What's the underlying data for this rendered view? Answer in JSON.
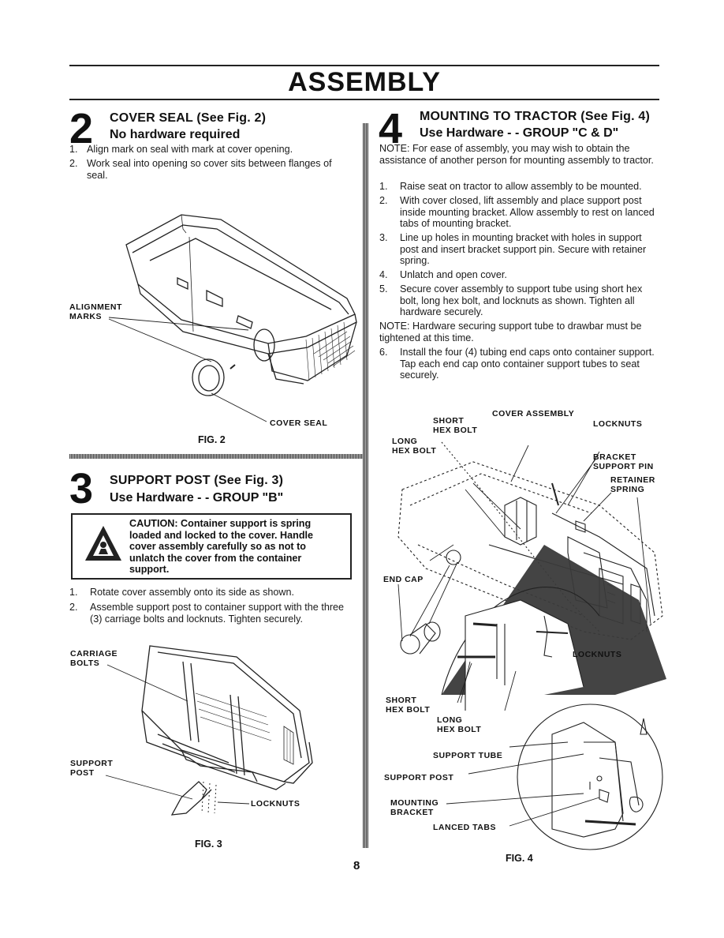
{
  "header": {
    "title": "ASSEMBLY"
  },
  "section2": {
    "number": "2",
    "title": "COVER SEAL (See Fig. 2)",
    "subtitle": "No hardware required",
    "steps": [
      {
        "n": "1.",
        "text": "Align mark on seal with mark at cover opening."
      },
      {
        "n": "2.",
        "text": "Work seal into opening so cover sits between flanges of seal."
      }
    ],
    "labels": {
      "alignment_marks_1": "ALIGNMENT",
      "alignment_marks_2": "MARKS",
      "cover_seal": "COVER SEAL"
    },
    "fig": "FIG. 2"
  },
  "section3": {
    "number": "3",
    "title": "SUPPORT POST (See Fig. 3)",
    "subtitle": "Use Hardware - - GROUP \"B\"",
    "caution": "CAUTION: Container support is spring loaded and locked to the cover. Handle cover assembly carefully so as not to unlatch the cover from the container support.",
    "steps": [
      {
        "n": "1.",
        "text": "Rotate cover assembly onto its side as shown."
      },
      {
        "n": "2.",
        "text": "Assemble support post to container support with the three (3) carriage bolts and locknuts. Tighten securely."
      }
    ],
    "labels": {
      "carriage_1": "CARRIAGE",
      "carriage_2": "BOLTS",
      "support_1": "SUPPORT",
      "support_2": "POST",
      "locknuts": "LOCKNUTS"
    },
    "fig": "FIG. 3"
  },
  "section4": {
    "number": "4",
    "title": "MOUNTING TO TRACTOR (See Fig. 4)",
    "subtitle": "Use Hardware - - GROUP \"C & D\"",
    "note1": "NOTE: For ease of assembly, you may wish to obtain the assistance of another person for mounting assembly to tractor.",
    "steps": [
      {
        "n": "1.",
        "text": "Raise seat on tractor to allow assembly to be mounted."
      },
      {
        "n": "2.",
        "text": "With cover closed, lift assembly and place support post inside mounting bracket. Allow assembly to rest on lanced tabs of mounting bracket."
      },
      {
        "n": "3.",
        "text": "Line up holes in mounting bracket with holes in support post and insert bracket support pin. Secure with retainer spring."
      },
      {
        "n": "4.",
        "text": "Unlatch and open cover."
      },
      {
        "n": "5.",
        "text": "Secure cover assembly to support tube using short hex bolt, long hex bolt, and locknuts as shown. Tighten all hardware securely."
      }
    ],
    "note2": "NOTE: Hardware securing support tube to drawbar must be tightened at this time.",
    "step6": {
      "n": "6.",
      "text": "Install the four (4) tubing end caps onto container support. Tap each end cap onto container support tubes to seat securely."
    },
    "labels": {
      "cover_assembly": "COVER ASSEMBLY",
      "short_hex_1": "SHORT",
      "short_hex_2": "HEX BOLT",
      "locknuts_top": "LOCKNUTS",
      "long_hex_1": "LONG",
      "long_hex_2": "HEX BOLT",
      "bracket_pin_1": "BRACKET",
      "bracket_pin_2": "SUPPORT PIN",
      "retainer_1": "RETAINER",
      "retainer_2": "SPRING",
      "end_cap": "END CAP",
      "locknuts_mid": "LOCKNUTS",
      "short_hex_b1": "SHORT",
      "short_hex_b2": "HEX BOLT",
      "long_hex_b1": "LONG",
      "long_hex_b2": "HEX BOLT",
      "support_tube": "SUPPORT TUBE",
      "support_post": "SUPPORT POST",
      "mounting_1": "MOUNTING",
      "mounting_2": "BRACKET",
      "lanced_tabs": "LANCED TABS"
    },
    "fig": "FIG. 4"
  },
  "footer": {
    "page_number": "8"
  }
}
